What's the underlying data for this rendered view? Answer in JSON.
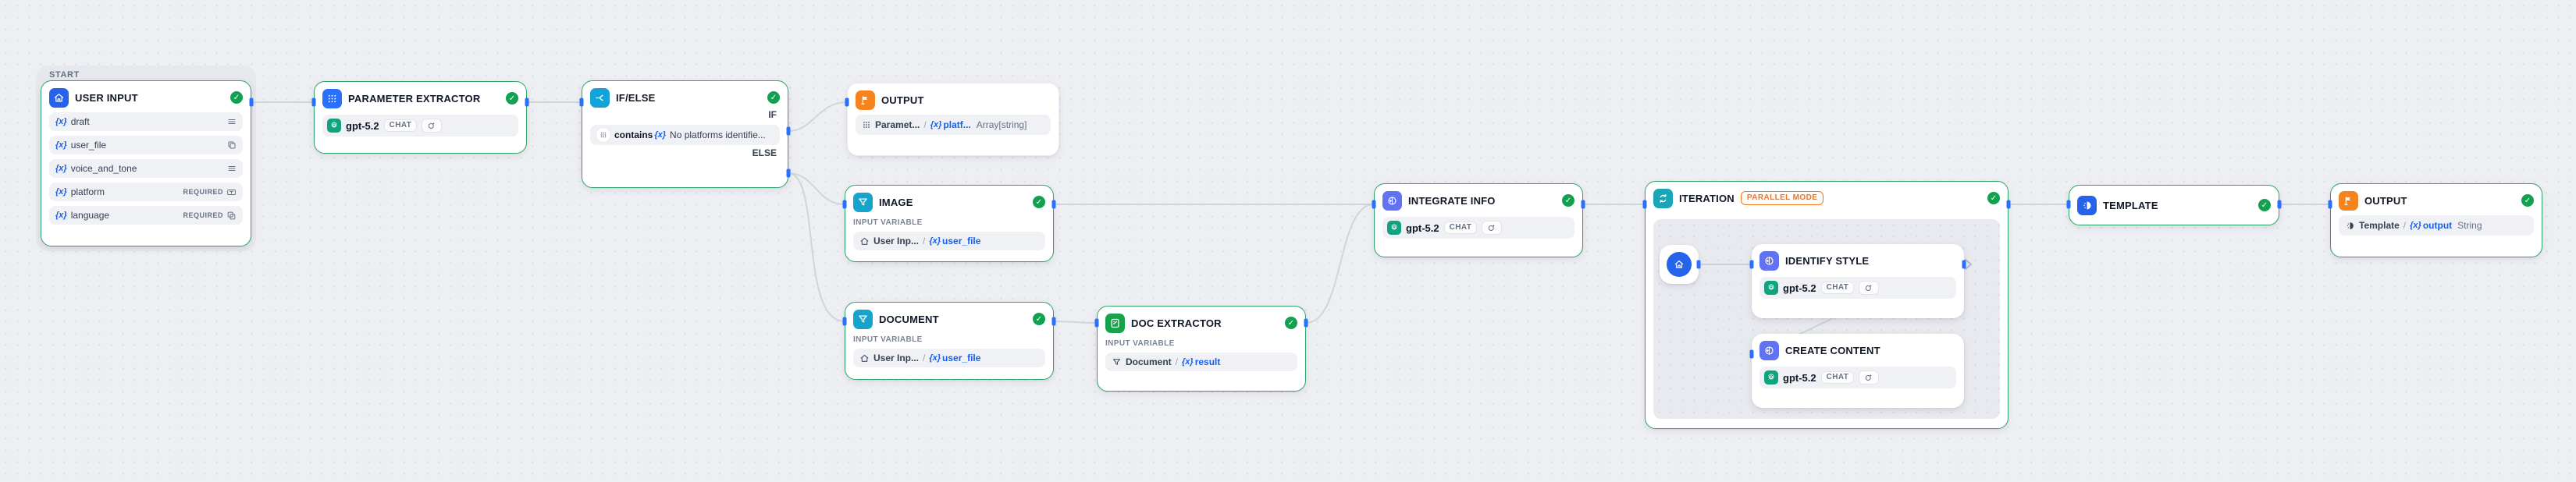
{
  "canvas": {
    "start_group_label": "START"
  },
  "glyphs": {
    "var": "{x}",
    "slash": "/"
  },
  "colors": {
    "status_green": "#12A150",
    "node_border_green": "#30A46C",
    "handle_blue": "#2970FF",
    "edge_gray": "#D0D5DD",
    "variable_blue": "#155EEF",
    "output_orange": "#F5831F",
    "llm_indigo": "#6172F3",
    "iteration_teal": "#1BA5B8",
    "ifelse_cyan": "#12A3D8",
    "filter_cyan": "#16A3CC",
    "extractor_blue": "#2970FF",
    "input_blue": "#2563EB",
    "template_blue": "#2563EB",
    "doc_extractor_green": "#16A34A",
    "parallel_orange": "#F5731F",
    "openai_green": "#10A37F",
    "canvas_gray": "#EDEFF3"
  },
  "nodes": {
    "user_input": {
      "title": "USER INPUT",
      "required_label": "REQUIRED",
      "fields": [
        {
          "name": "draft"
        },
        {
          "name": "user_file"
        },
        {
          "name": "voice_and_tone"
        },
        {
          "name": "platform"
        },
        {
          "name": "language"
        }
      ]
    },
    "parameter_extractor": {
      "title": "PARAMETER EXTRACTOR",
      "model": "gpt-5.2",
      "mode": "CHAT"
    },
    "if_else": {
      "title": "IF/ELSE",
      "if_label": "IF",
      "else_label": "ELSE",
      "operator": "contains",
      "value": "No platforms identifie..."
    },
    "output_top": {
      "title": "OUTPUT",
      "ref_node": "Paramet...",
      "ref_var": "platf...",
      "ref_type": "Array[string]"
    },
    "image": {
      "title": "IMAGE",
      "section_label": "INPUT VARIABLE",
      "ref_node": "User Inp...",
      "ref_var": "user_file"
    },
    "document": {
      "title": "DOCUMENT",
      "section_label": "INPUT VARIABLE",
      "ref_node": "User Inp...",
      "ref_var": "user_file"
    },
    "doc_extractor": {
      "title": "DOC EXTRACTOR",
      "section_label": "INPUT VARIABLE",
      "ref_node": "Document",
      "ref_var": "result"
    },
    "integrate_info": {
      "title": "INTEGRATE INFO",
      "model": "gpt-5.2",
      "mode": "CHAT"
    },
    "iteration": {
      "title": "ITERATION",
      "badge": "PARALLEL MODE"
    },
    "identify_style": {
      "title": "IDENTIFY STYLE",
      "model": "gpt-5.2",
      "mode": "CHAT"
    },
    "create_content": {
      "title": "CREATE CONTENT",
      "model": "gpt-5.2",
      "mode": "CHAT"
    },
    "template": {
      "title": "TEMPLATE"
    },
    "output_end": {
      "title": "OUTPUT",
      "ref_node": "Template",
      "ref_var": "output",
      "ref_type": "String"
    }
  }
}
